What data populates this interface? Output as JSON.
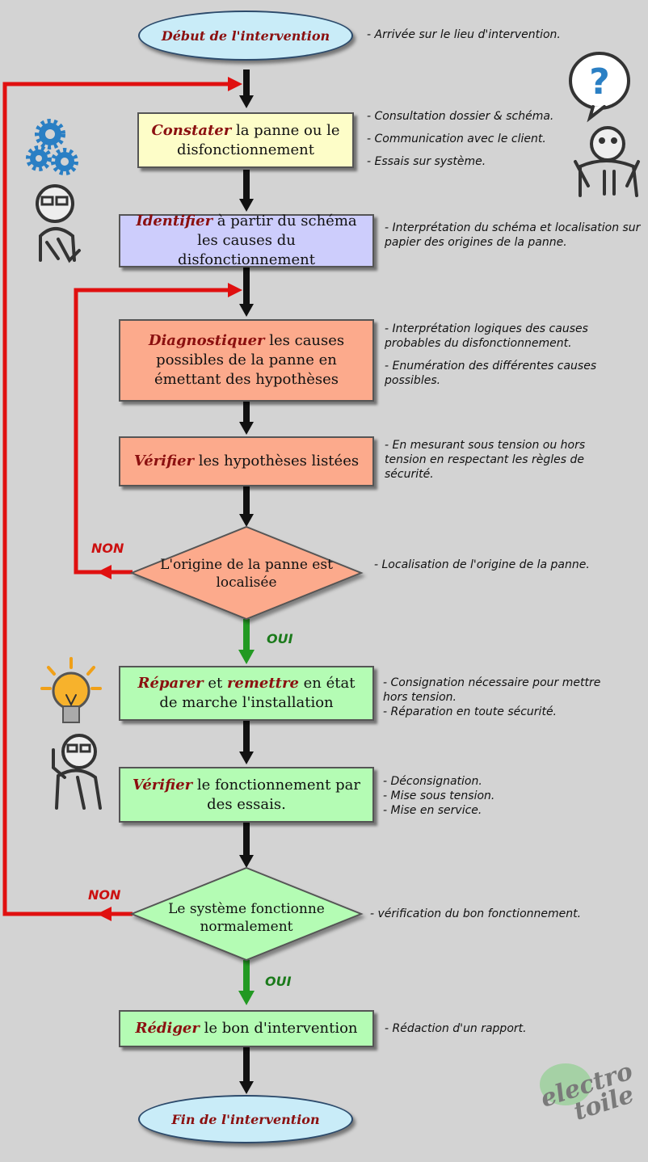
{
  "start": {
    "label": "Début de l'intervention",
    "note": "- Arrivée sur le lieu d'intervention."
  },
  "steps": [
    {
      "kw": "Constater",
      "rest": " la panne ou le disfonctionnement",
      "notes": [
        "- Consultation dossier & schéma.",
        "- Communication avec le client.",
        "- Essais sur système."
      ]
    },
    {
      "kw": "Identifier",
      "rest": " à partir du schéma les causes du disfonctionnement",
      "notes": [
        "- Interprétation du schéma et localisation sur papier des origines de la panne."
      ]
    },
    {
      "kw": "Diagnostiquer",
      "rest": " les causes possibles de la panne en émettant des hypothèses",
      "notes": [
        "- Interprétation logiques des causes probables du disfonctionnement.",
        "- Enumération des différentes causes possibles."
      ]
    },
    {
      "kw": "Vérifier",
      "rest": " les hypothèses listées",
      "notes": [
        "- En mesurant sous tension ou hors tension en respectant les règles de sécurité."
      ]
    },
    {
      "kw": "Réparer",
      "mid": " et ",
      "kw2": "remettre",
      "rest": " en état de marche l'installation",
      "notes": [
        "- Consignation nécessaire pour mettre hors tension.",
        "- Réparation en toute sécurité."
      ]
    },
    {
      "kw": "Vérifier",
      "rest": " le fonctionnement par des essais.",
      "notes": [
        "- Déconsignation.",
        "- Mise sous tension.",
        "- Mise en service."
      ]
    },
    {
      "kw": "Rédiger",
      "rest": " le bon d'intervention",
      "notes": [
        "- Rédaction d'un rapport."
      ]
    }
  ],
  "decisions": [
    {
      "text": "L'origine de la panne est localisée",
      "note": "- Localisation de l'origine de la panne.",
      "no": "NON",
      "yes": "OUI"
    },
    {
      "text": "Le système fonctionne normalement",
      "note": "- vérification du bon fonctionnement.",
      "no": "NON",
      "yes": "OUI"
    }
  ],
  "end": {
    "label": "Fin de l'intervention"
  },
  "logo": {
    "line1": "electro",
    "line2": "toile"
  },
  "colors": {
    "yellow": "#fdfdc8",
    "lavender": "#cdcdfc",
    "salmon": "#fcaa8c",
    "green": "#b4fcb4",
    "red_arrow": "#e01010",
    "green_arrow": "#229922",
    "black_arrow": "#111111"
  }
}
